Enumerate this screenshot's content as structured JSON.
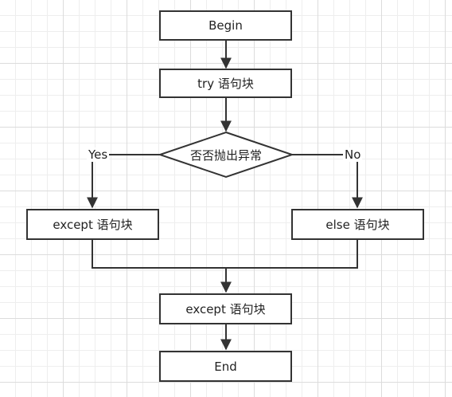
{
  "nodes": {
    "begin": "Begin",
    "try_block": "try 语句块",
    "decision": "否否抛出异常",
    "except_left": "except 语句块",
    "else_block": "else 语句块",
    "except_bottom": "except 语句块",
    "end": "End"
  },
  "edges": {
    "yes_label": "Yes",
    "no_label": "No"
  },
  "colors": {
    "stroke": "#333333",
    "fill": "#ffffff",
    "grid": "#dcdcdc"
  }
}
